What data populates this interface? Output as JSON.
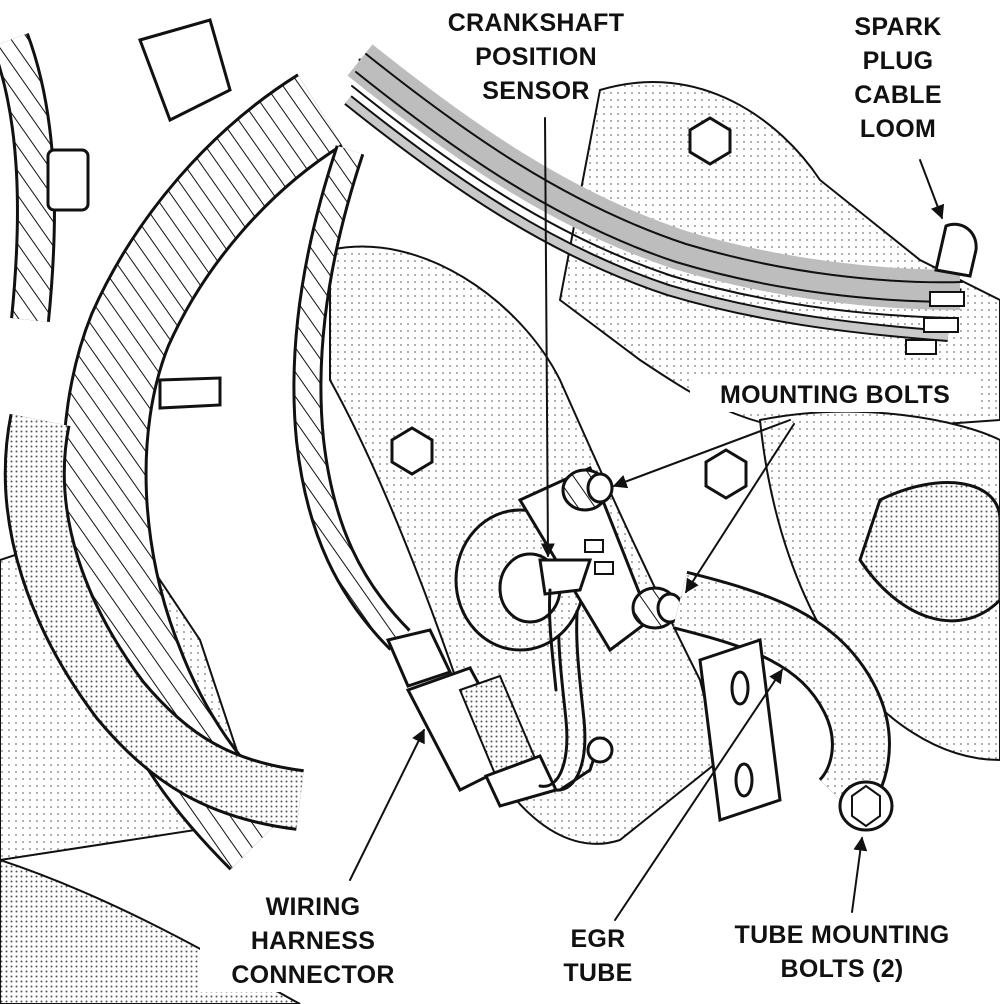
{
  "labels": {
    "crankshaft_sensor": [
      "CRANKSHAFT",
      "POSITION",
      "SENSOR"
    ],
    "spark_plug_loom": [
      "SPARK",
      "PLUG",
      "CABLE",
      "LOOM"
    ],
    "mounting_bolts": [
      "MOUNTING BOLTS"
    ],
    "wiring_harness": [
      "WIRING",
      "HARNESS",
      "CONNECTOR"
    ],
    "egr_tube": [
      "EGR",
      "TUBE"
    ],
    "tube_mounting_bolts": [
      "TUBE MOUNTING",
      "BOLTS (2)"
    ]
  },
  "colors": {
    "ink": "#111111",
    "shade": "#cfcfcf",
    "background": "#ffffff"
  }
}
